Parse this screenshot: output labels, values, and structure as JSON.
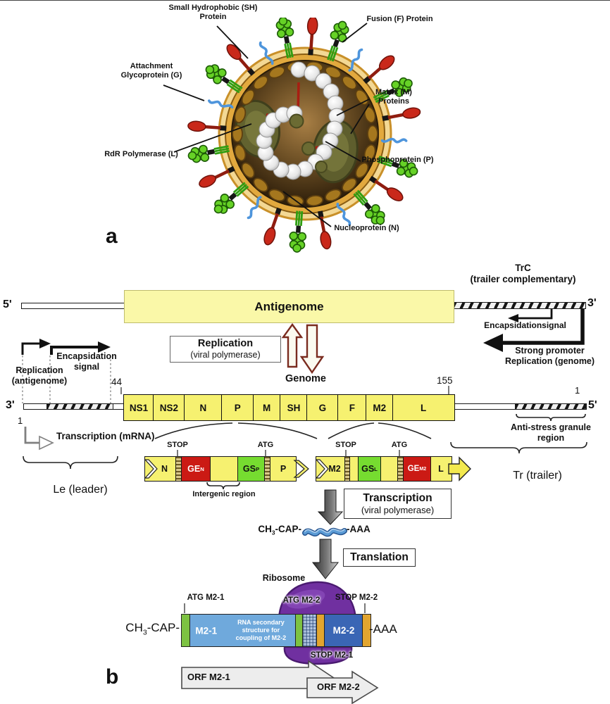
{
  "colors": {
    "gene_yellow": "#F6F170",
    "antigenome_yellow": "#FAF8A8",
    "gene_end_red": "#CB1A14",
    "gene_start_green": "#76DC30",
    "mrna_blue": "#5B9BD5",
    "m2_1_blue": "#6FA9DC",
    "m2_2_blue": "#3A66B5",
    "atg_green": "#7DC242",
    "stop_orange": "#E2A52F",
    "ribosome_purple": "#7030A0",
    "replication_arrow_maroon": "#7A2B1F"
  },
  "panel_a": {
    "panel_label": "a",
    "labels": {
      "sh_line1": "Small Hydrophobic (SH)",
      "sh_line2": "Protein",
      "fusion": "Fusion (F) Protein",
      "attachment_line1": "Attachment",
      "attachment_line2": "Glycoprotein (G)",
      "matrix_line1": "Matrix (M)",
      "matrix_line2": "Proteins",
      "rdr_polymerase": "RdR Polymerase (L)",
      "phosphoprotein": "Phosphoprotein (P)",
      "nucleoprotein": "Nucleoprotein (N)"
    }
  },
  "panel_b": {
    "panel_label": "b",
    "five_prime_top": "5'",
    "three_prime_top": "3'",
    "antigenome": "Antigenome",
    "trc_line1": "TrC",
    "trc_line2": "(trailer complementary)",
    "encapsidation_signal_right": "Encapsidationsignal",
    "strong_promoter_line1": "Strong promoter",
    "strong_promoter_line2": "Replication (genome)",
    "replication_box_line1": "Replication",
    "replication_box_line2": "(viral polymerase)",
    "genome_title": "Genome",
    "pos_44": "44",
    "pos_155": "155",
    "pos_1_left": "1",
    "pos_1_right": "1",
    "three_prime_left": "3'",
    "five_prime_right": "5'",
    "genes": [
      "NS1",
      "NS2",
      "N",
      "P",
      "M",
      "SH",
      "G",
      "F",
      "M2",
      "L"
    ],
    "replication_antigenome_line1": "Replication",
    "replication_antigenome_line2": "(antigenome)",
    "encapsidation_left_line1": "Encapsidation",
    "encapsidation_left_line2": "signal",
    "transcription_mrna": "Transcription (mRNA)",
    "leader": "Le (leader)",
    "trailer": "Tr (trailer)",
    "anti_stress_line1": "Anti-stress granule",
    "anti_stress_line2": "region",
    "junction1": {
      "stop": "STOP",
      "atg": "ATG",
      "gene_in": "N",
      "ge_main": "GE",
      "ge_sub": "N",
      "gs_main": "GS",
      "gs_sub": "P",
      "gene_out": "P",
      "intergenic": "Intergenic region"
    },
    "junction2": {
      "stop": "STOP",
      "atg": "ATG",
      "gene_in": "M2",
      "gs_main": "GS",
      "gs_sub": "L",
      "ge_main": "GE",
      "ge_sub": "M2",
      "gene_out": "L"
    },
    "transcription_box_line1": "Transcription",
    "transcription_box_line2": "(viral polymerase)",
    "mrna_cap_main": "CH",
    "mrna_cap_sub": "3",
    "mrna_cap_tail": "-CAP-",
    "mrna_polya": "-AAA",
    "translation_box": "Translation",
    "ribosome": "Ribosome",
    "m2_mrna": {
      "cap_main": "CH",
      "cap_sub": "3",
      "cap_tail": "-CAP-",
      "polya": "-AAA",
      "atg_m2_1": "ATG M2-1",
      "atg_m2_2": "ATG M2-2",
      "stop_m2_2": "STOP M2-2",
      "stop_m2_1": "STOP M2-1",
      "m2_1": "M2-1",
      "m2_2": "M2-2",
      "structure_line1": "RNA secondary",
      "structure_line2": "structure for",
      "structure_line3": "coupling of M2-2",
      "orf_m2_1": "ORF M2-1",
      "orf_m2_2": "ORF M2-2"
    }
  }
}
